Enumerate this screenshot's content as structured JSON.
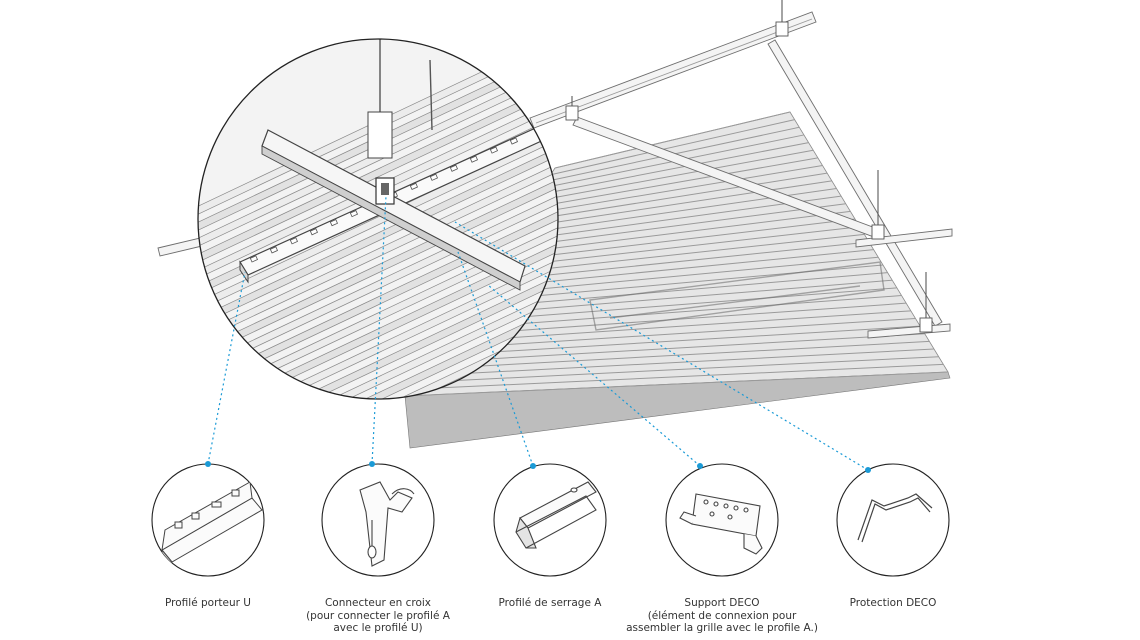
{
  "accent_color": "#1a9ad6",
  "line_color": "#4a4a4a",
  "components": [
    {
      "icon": "profile-u-icon",
      "lines": [
        "Profilé porteur U"
      ]
    },
    {
      "icon": "cross-connector-icon",
      "lines": [
        "Connecteur en croix",
        "(pour connecter le profilé A",
        "avec le profilé U)"
      ]
    },
    {
      "icon": "profile-a-icon",
      "lines": [
        "Profilé de serrage A"
      ]
    },
    {
      "icon": "deco-support-icon",
      "lines": [
        "Support DECO",
        "(élément de connexion pour",
        "assembler la grille avec le profile A.)"
      ]
    },
    {
      "icon": "deco-protection-icon",
      "lines": [
        "Protection DECO"
      ]
    }
  ]
}
